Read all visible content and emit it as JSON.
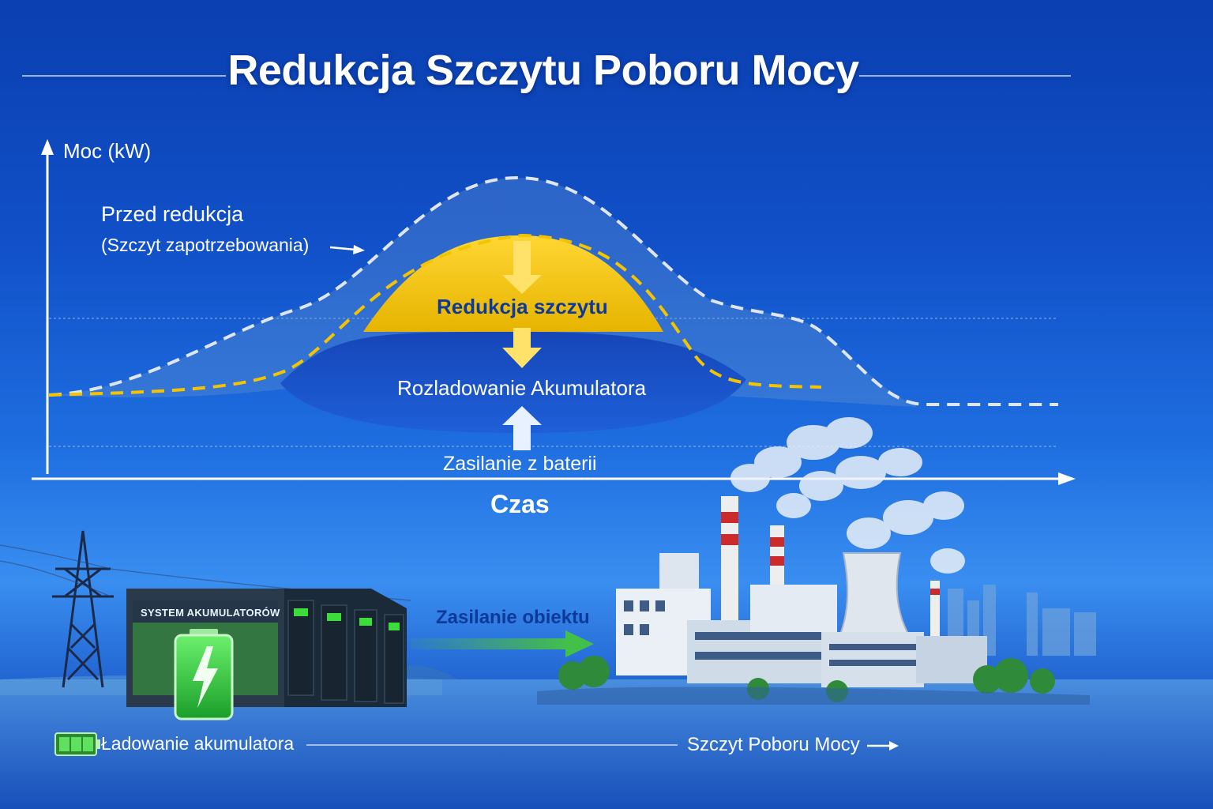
{
  "title": "Redukcja Szczytu Poboru Mocy",
  "axes": {
    "y_label": "Moc (kW)",
    "x_label": "Czas"
  },
  "curves": {
    "before_label": "Przed redukcja",
    "before_sublabel": "(Szczyt zapotrzebowania)",
    "peak_reduction_label": "Redukcja szczytu",
    "discharge_label": "Rozladowanie Akumulatora",
    "battery_supply_label": "Zasilanie z baterii"
  },
  "scene": {
    "battery_system_label": "SYSTEM AKUMULATORÓW",
    "facility_supply_label": "Zasilanie obiektu"
  },
  "footer": {
    "charging_label": "Ładowanie akumulatora",
    "peak_label": "Szczyt Poboru Mocy"
  },
  "colors": {
    "background": "#1150c8",
    "reduction_fill": "#f2c400",
    "discharge_fill": "#1a4fc4",
    "battery_green": "#3fcf3f",
    "arrow_green": "#4caf50",
    "dashed_white": "#dfe6ef",
    "dashed_yellow": "#f5c400"
  },
  "icons": {
    "down_arrow": "down-arrow-icon",
    "up_arrow": "up-arrow-icon",
    "lightning": "lightning-icon",
    "battery": "battery-icon"
  }
}
